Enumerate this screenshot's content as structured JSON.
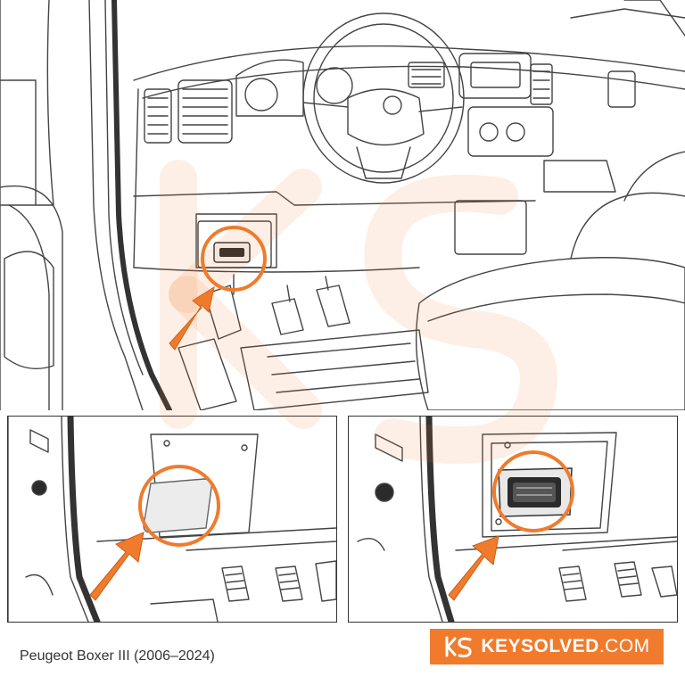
{
  "figure": {
    "caption": "Peugeot Boxer III (2006–2024)",
    "panels": [
      {
        "name": "cabin-overview",
        "callout": "obd-port-location"
      },
      {
        "name": "lower-dash-cover-closed",
        "callout": "cover-panel"
      },
      {
        "name": "lower-dash-cover-open",
        "callout": "obd-connector"
      }
    ]
  },
  "brand": {
    "name_main": "KEYSOLVED",
    "name_suffix": ".COM",
    "logo_icon": "ks-logo-icon"
  },
  "colors": {
    "accent": "#f07b2c",
    "line": "#333333",
    "circle": "#f07b2c"
  }
}
